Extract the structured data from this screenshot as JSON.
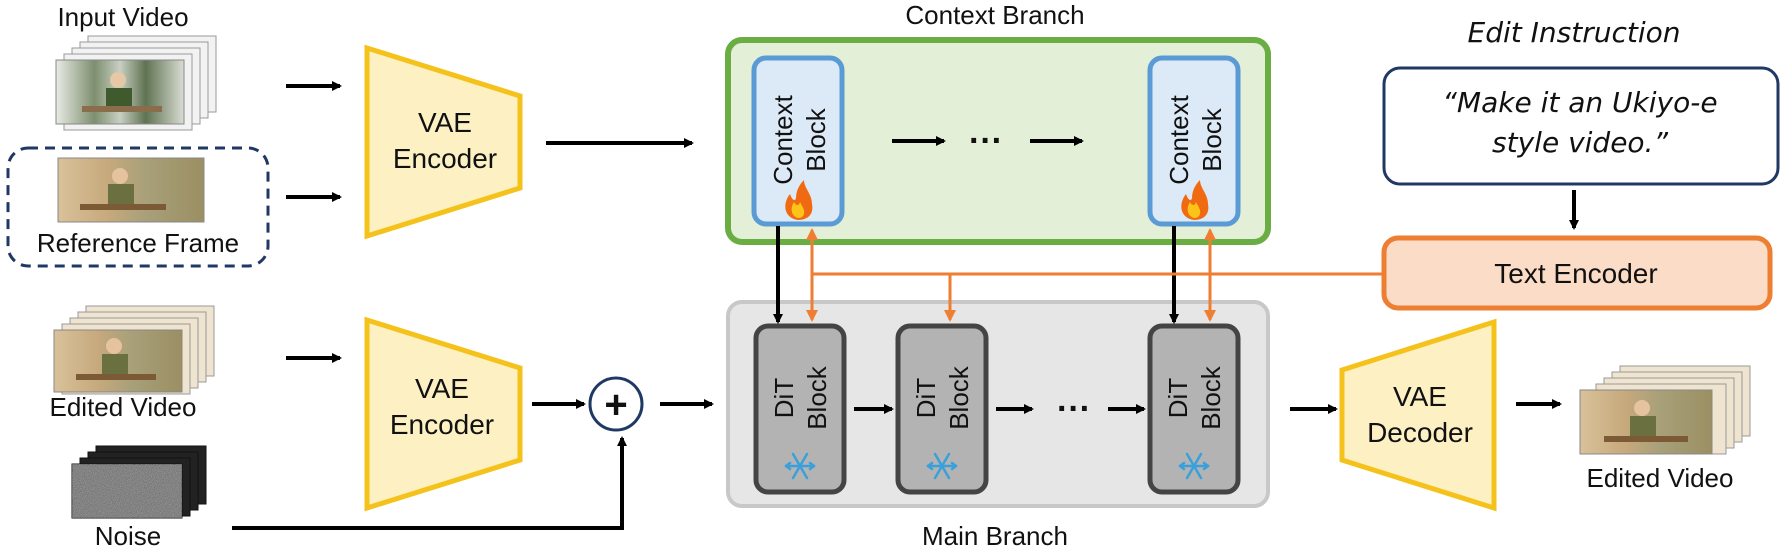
{
  "labels": {
    "input_video": "Input Video",
    "reference_frame": "Reference Frame",
    "edited_video_in": "Edited Video",
    "noise": "Noise",
    "vae_encoder_1": [
      "VAE",
      "Encoder"
    ],
    "vae_encoder_2": [
      "VAE",
      "Encoder"
    ],
    "vae_decoder": [
      "VAE",
      "Decoder"
    ],
    "context_branch": "Context Branch",
    "main_branch": "Main Branch",
    "context_block": [
      "Context",
      "Block"
    ],
    "dit_block": [
      "DiT",
      "Block"
    ],
    "ellipsis": "···",
    "plus": "+",
    "edit_instruction_title": "Edit Instruction",
    "edit_instruction_text": [
      "“Make it an Ukiyo-e",
      "style video.”"
    ],
    "text_encoder": "Text Encoder",
    "edited_video_out": "Edited Video"
  },
  "colors": {
    "encoder_fill": "#fdf1c4",
    "encoder_stroke": "#f5c21b",
    "context_bg": "#e3f0d7",
    "context_border": "#6aad43",
    "context_block_fill": "#dce9f6",
    "context_block_stroke": "#5b9bd5",
    "main_bg": "#e6e6e6",
    "main_border": "#c8c8c8",
    "dit_fill": "#b3b3b3",
    "dit_stroke": "#444444",
    "text_encoder_fill": "#fbdcc6",
    "text_encoder_stroke": "#ee7e32",
    "instruction_border": "#1f3864",
    "orange_arrow": "#ee7e32",
    "dashed_border": "#1f3864"
  },
  "icons": {
    "trainable": "fire-icon",
    "frozen": "snowflake-icon"
  }
}
